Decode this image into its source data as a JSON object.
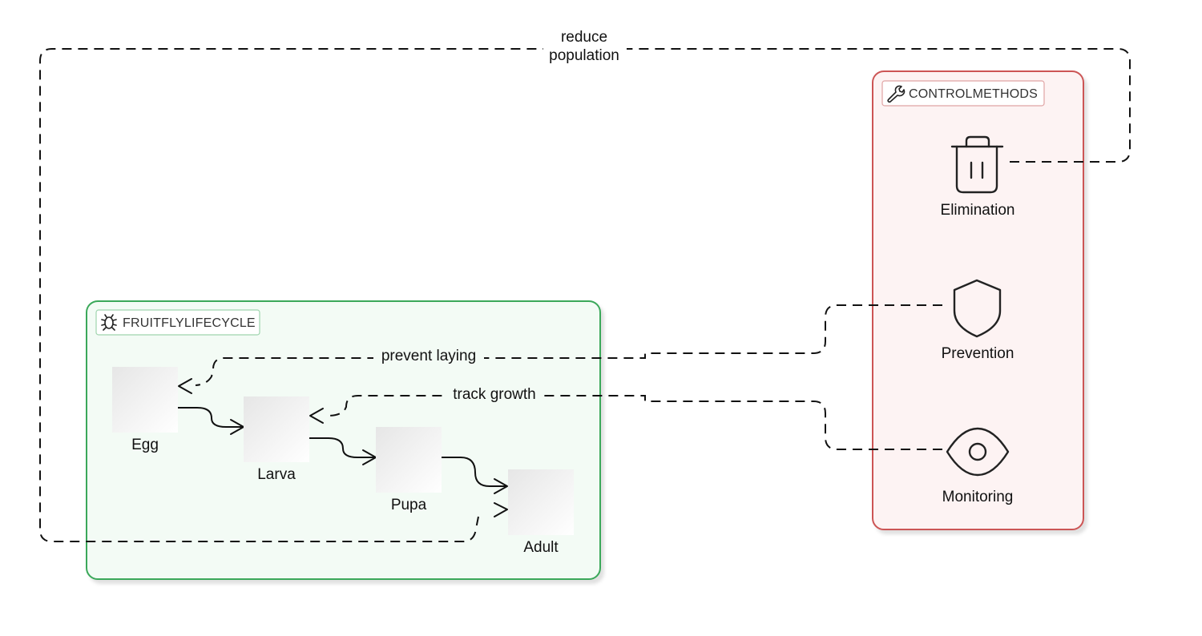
{
  "groups": {
    "lifecycle": {
      "label": "FRUITFLYLIFECYCLE",
      "icon": "bug-icon",
      "stroke": "#3aa85a",
      "fill": "#f3fbf5"
    },
    "control": {
      "label": "CONTROLMETHODS",
      "icon": "wrench-icon",
      "stroke": "#cc5555",
      "fill": "#fdf3f3"
    }
  },
  "stages": {
    "egg": "Egg",
    "larva": "Larva",
    "pupa": "Pupa",
    "adult": "Adult"
  },
  "methods": {
    "elimination": {
      "label": "Elimination",
      "icon": "trash-icon"
    },
    "prevention": {
      "label": "Prevention",
      "icon": "shield-icon"
    },
    "monitoring": {
      "label": "Monitoring",
      "icon": "eye-icon"
    }
  },
  "edges": {
    "reduce_line1": "reduce",
    "reduce_line2": "population",
    "prevent": "prevent laying",
    "track": "track growth"
  }
}
